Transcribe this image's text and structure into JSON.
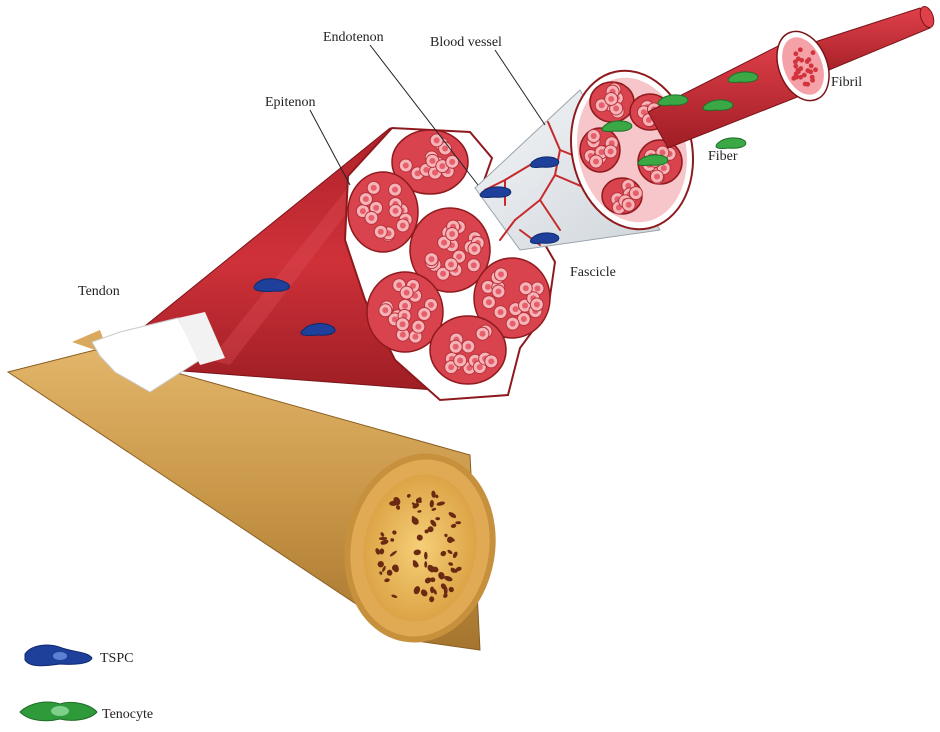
{
  "labels": {
    "endotenon": "Endotenon",
    "blood_vessel": "Blood vessel",
    "epitenon": "Epitenon",
    "fibril": "Fibril",
    "fiber": "Fiber",
    "tendon": "Tendon",
    "fascicle": "Fascicle"
  },
  "legend": {
    "tspc": {
      "label": "TSPC",
      "icon": "tspc-cell-icon",
      "color": "#1e3f9a"
    },
    "tenocyte": {
      "label": "Tenocyte",
      "icon": "tenocyte-cell-icon",
      "color": "#2e9a3a"
    }
  },
  "colors": {
    "bone": "#c99a4a",
    "bone_marrow": "#f0c261",
    "muscle": "#c0282e",
    "muscle_dark": "#8e1a1e",
    "fascicle_fill": "#d9505a",
    "fiber_ring": "#f3b9bd",
    "sheath": "#e6eaee",
    "vessel": "#c62a2a"
  }
}
